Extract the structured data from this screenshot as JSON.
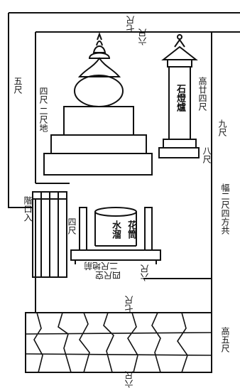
{
  "labels": {
    "seven_shaku_top": "七尺",
    "six_shaku_top": "六尺",
    "five_shaku_left": "五尺",
    "four_shaku_left": "四尺",
    "two_shaku_base": "二尺地",
    "stone_lantern": "石燈爐",
    "height_24_shaku": "高廿四尺",
    "nine_shaku": "九尺",
    "eight_shaku": "八尺",
    "width_24_shaku": "幅二尺四方共",
    "stairs_entrance": "階口入",
    "four_shaku_mid": "四尺",
    "flower_vase": "花筒",
    "water_basin": "水溜",
    "two_shaku_front": "二尺地前",
    "four_shaku_front": "四尺空",
    "six_shaku_mid": "六尺",
    "seven_shaku_bottom": "七尺",
    "height_5_shaku": "高五尺",
    "six_shaku_bottom": "六尺"
  },
  "colors": {
    "ink": "#111111",
    "paper": "#ffffff"
  }
}
